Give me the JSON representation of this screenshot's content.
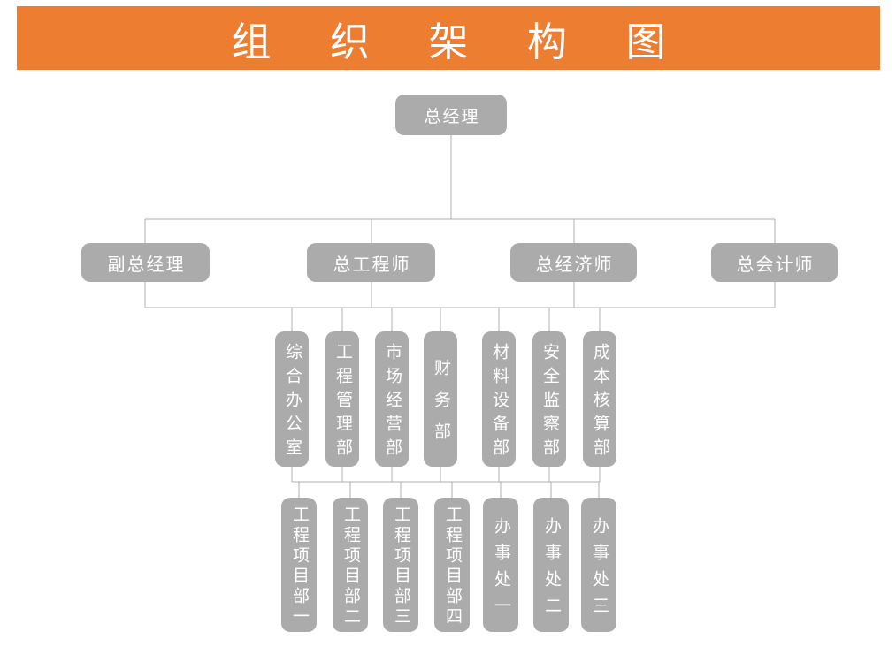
{
  "title": "组 织 架 构 图",
  "colors": {
    "banner": "#ED7D31",
    "box": "#ABABAB",
    "line": "#AFAFAF",
    "box_text": "#FFFFFF",
    "page_bg": "#FFFFFF"
  },
  "org": {
    "root": {
      "label": "总经理"
    },
    "executives": [
      {
        "label": "副总经理"
      },
      {
        "label": "总工程师"
      },
      {
        "label": "总经济师"
      },
      {
        "label": "总会计师"
      }
    ],
    "departments": [
      {
        "label": "综合办公室"
      },
      {
        "label": "工程管理部"
      },
      {
        "label": "市场经营部"
      },
      {
        "label": "财务部"
      },
      {
        "label": "材料设备部"
      },
      {
        "label": "安全监察部"
      },
      {
        "label": "成本核算部"
      }
    ],
    "units": [
      {
        "label": "工程项目部一"
      },
      {
        "label": "工程项目部二"
      },
      {
        "label": "工程项目部三"
      },
      {
        "label": "工程项目部四"
      },
      {
        "label": "办事处一"
      },
      {
        "label": "办事处二"
      },
      {
        "label": "办事处三"
      }
    ]
  }
}
